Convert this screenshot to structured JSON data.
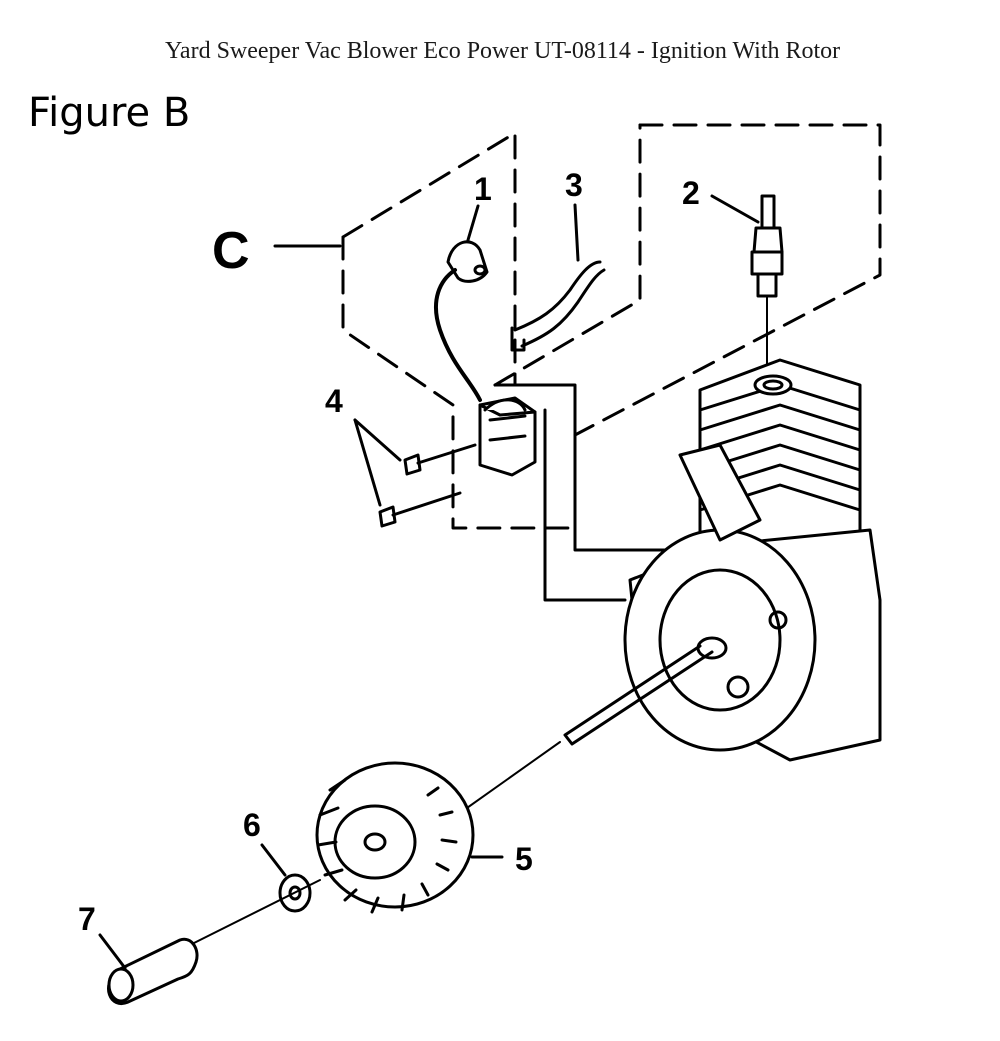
{
  "header": {
    "title": "Yard Sweeper Vac Blower Eco Power UT-08114 - Ignition With Rotor",
    "figure_label": "Figure B"
  },
  "callouts": {
    "c": "C",
    "p1": "1",
    "p2": "2",
    "p3": "3",
    "p4": "4",
    "p5": "5",
    "p6": "6",
    "p7": "7"
  }
}
